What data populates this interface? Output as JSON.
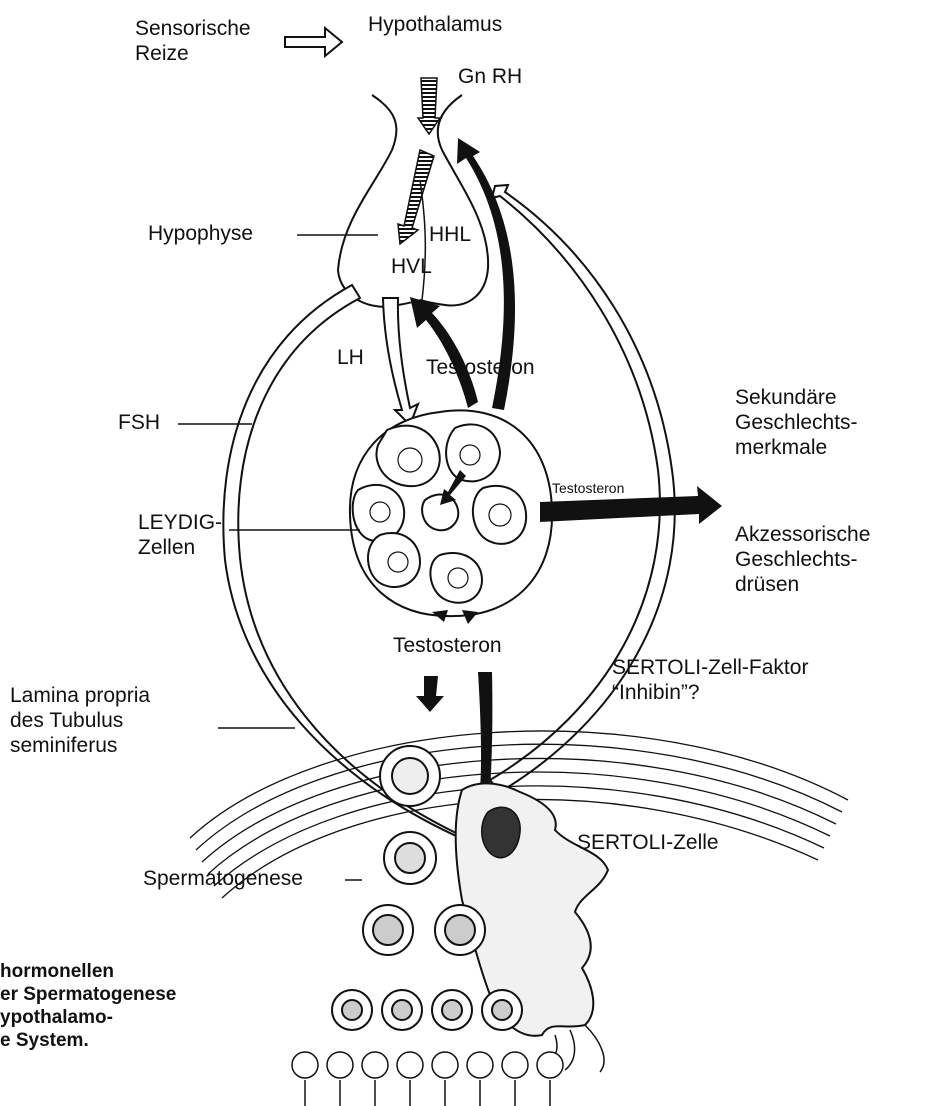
{
  "colors": {
    "ink": "#111111",
    "background": "#ffffff",
    "stipple": "#555555"
  },
  "labels": {
    "sensorische_reize": [
      "Sensorische",
      "Reize"
    ],
    "hypothalamus": "Hypothalamus",
    "gnrh": "Gn RH",
    "hypophyse": "Hypophyse",
    "hhl": "HHL",
    "hvl": "HVL",
    "lh": "LH",
    "testosteron_top": "Testosteron",
    "fsh": "FSH",
    "sekundaere": [
      "Sekundäre",
      "Geschlechts-",
      "merkmale"
    ],
    "testosteron_small": "Testosteron",
    "leydig": [
      "LEYDIG-",
      "Zellen"
    ],
    "akzessorische": [
      "Akzessorische",
      "Geschlechts-",
      "drüsen"
    ],
    "testosteron_mid": "Testosteron",
    "sertoli_faktor": [
      "SERTOLI-Zell-Faktor",
      "“Inhibin”?"
    ],
    "lamina": [
      "Lamina propria",
      "des Tubulus",
      "seminiferus"
    ],
    "sertoli_zelle": "SERTOLI-Zelle",
    "spermatogenese": "Spermatogenese"
  },
  "caption": [
    "hormonellen",
    "er Spermatogenese",
    "ypothalamo-",
    "e System."
  ],
  "icons": [
    "hollow-arrow-icon",
    "hatched-arrow-icon",
    "black-arrow-icon",
    "cell-nucleus-icon"
  ]
}
